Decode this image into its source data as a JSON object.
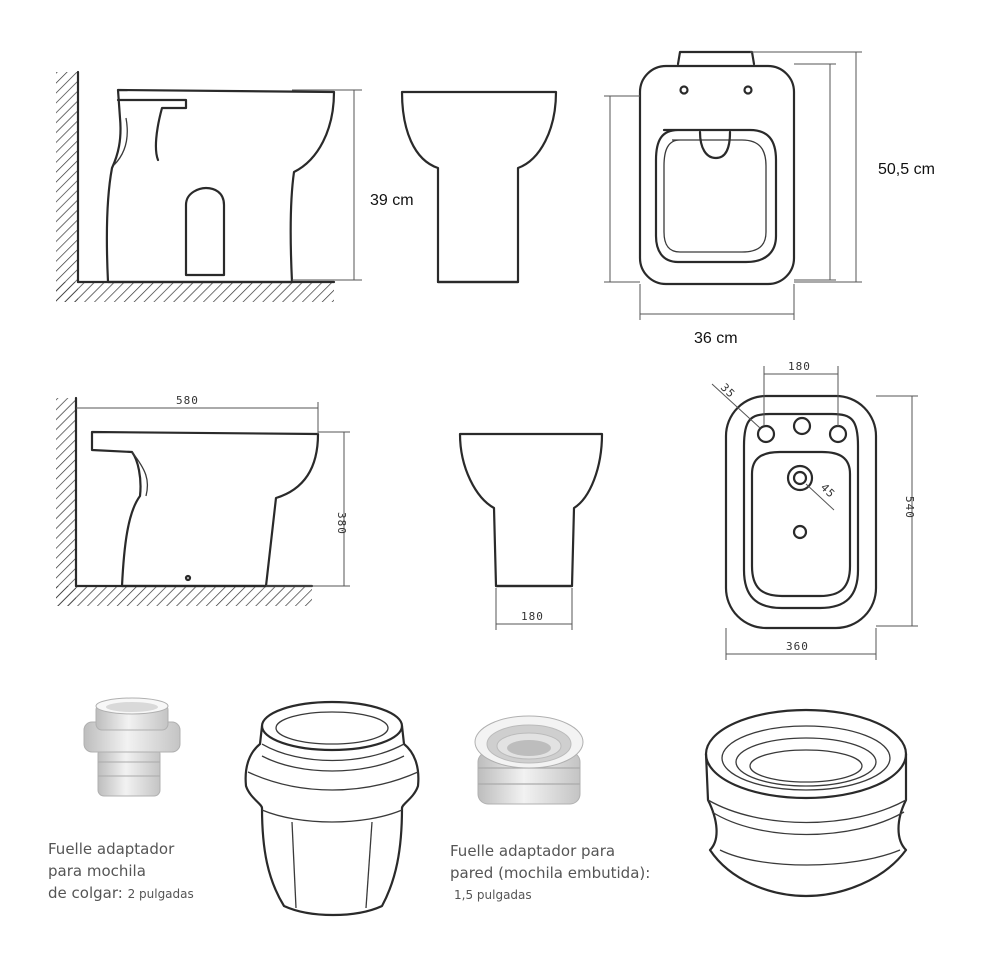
{
  "dimensions_top": {
    "height": "39 cm",
    "depth": "50,5 cm",
    "width": "36 cm"
  },
  "dimensions_bidet": {
    "length": "580",
    "height": "380",
    "base_width": "180",
    "hole_spacing": "180",
    "hole_diameter_small": "35",
    "hole_diameter_large": "45",
    "depth": "540",
    "width": "360"
  },
  "captions": {
    "hanging": {
      "line1": "Fuelle adaptador",
      "line2": "para mochila",
      "line3_main": "de colgar: ",
      "line3_small": "2 pulgadas"
    },
    "wall": {
      "line1": "Fuelle adaptador para",
      "line2": "pared (mochila embutida):",
      "line3_small": "1,5 pulgadas"
    }
  },
  "colors": {
    "line": "#2a2a2a",
    "dimension": "#555555",
    "caption": "#555555",
    "photo_fitting": "#e6e6e6"
  }
}
